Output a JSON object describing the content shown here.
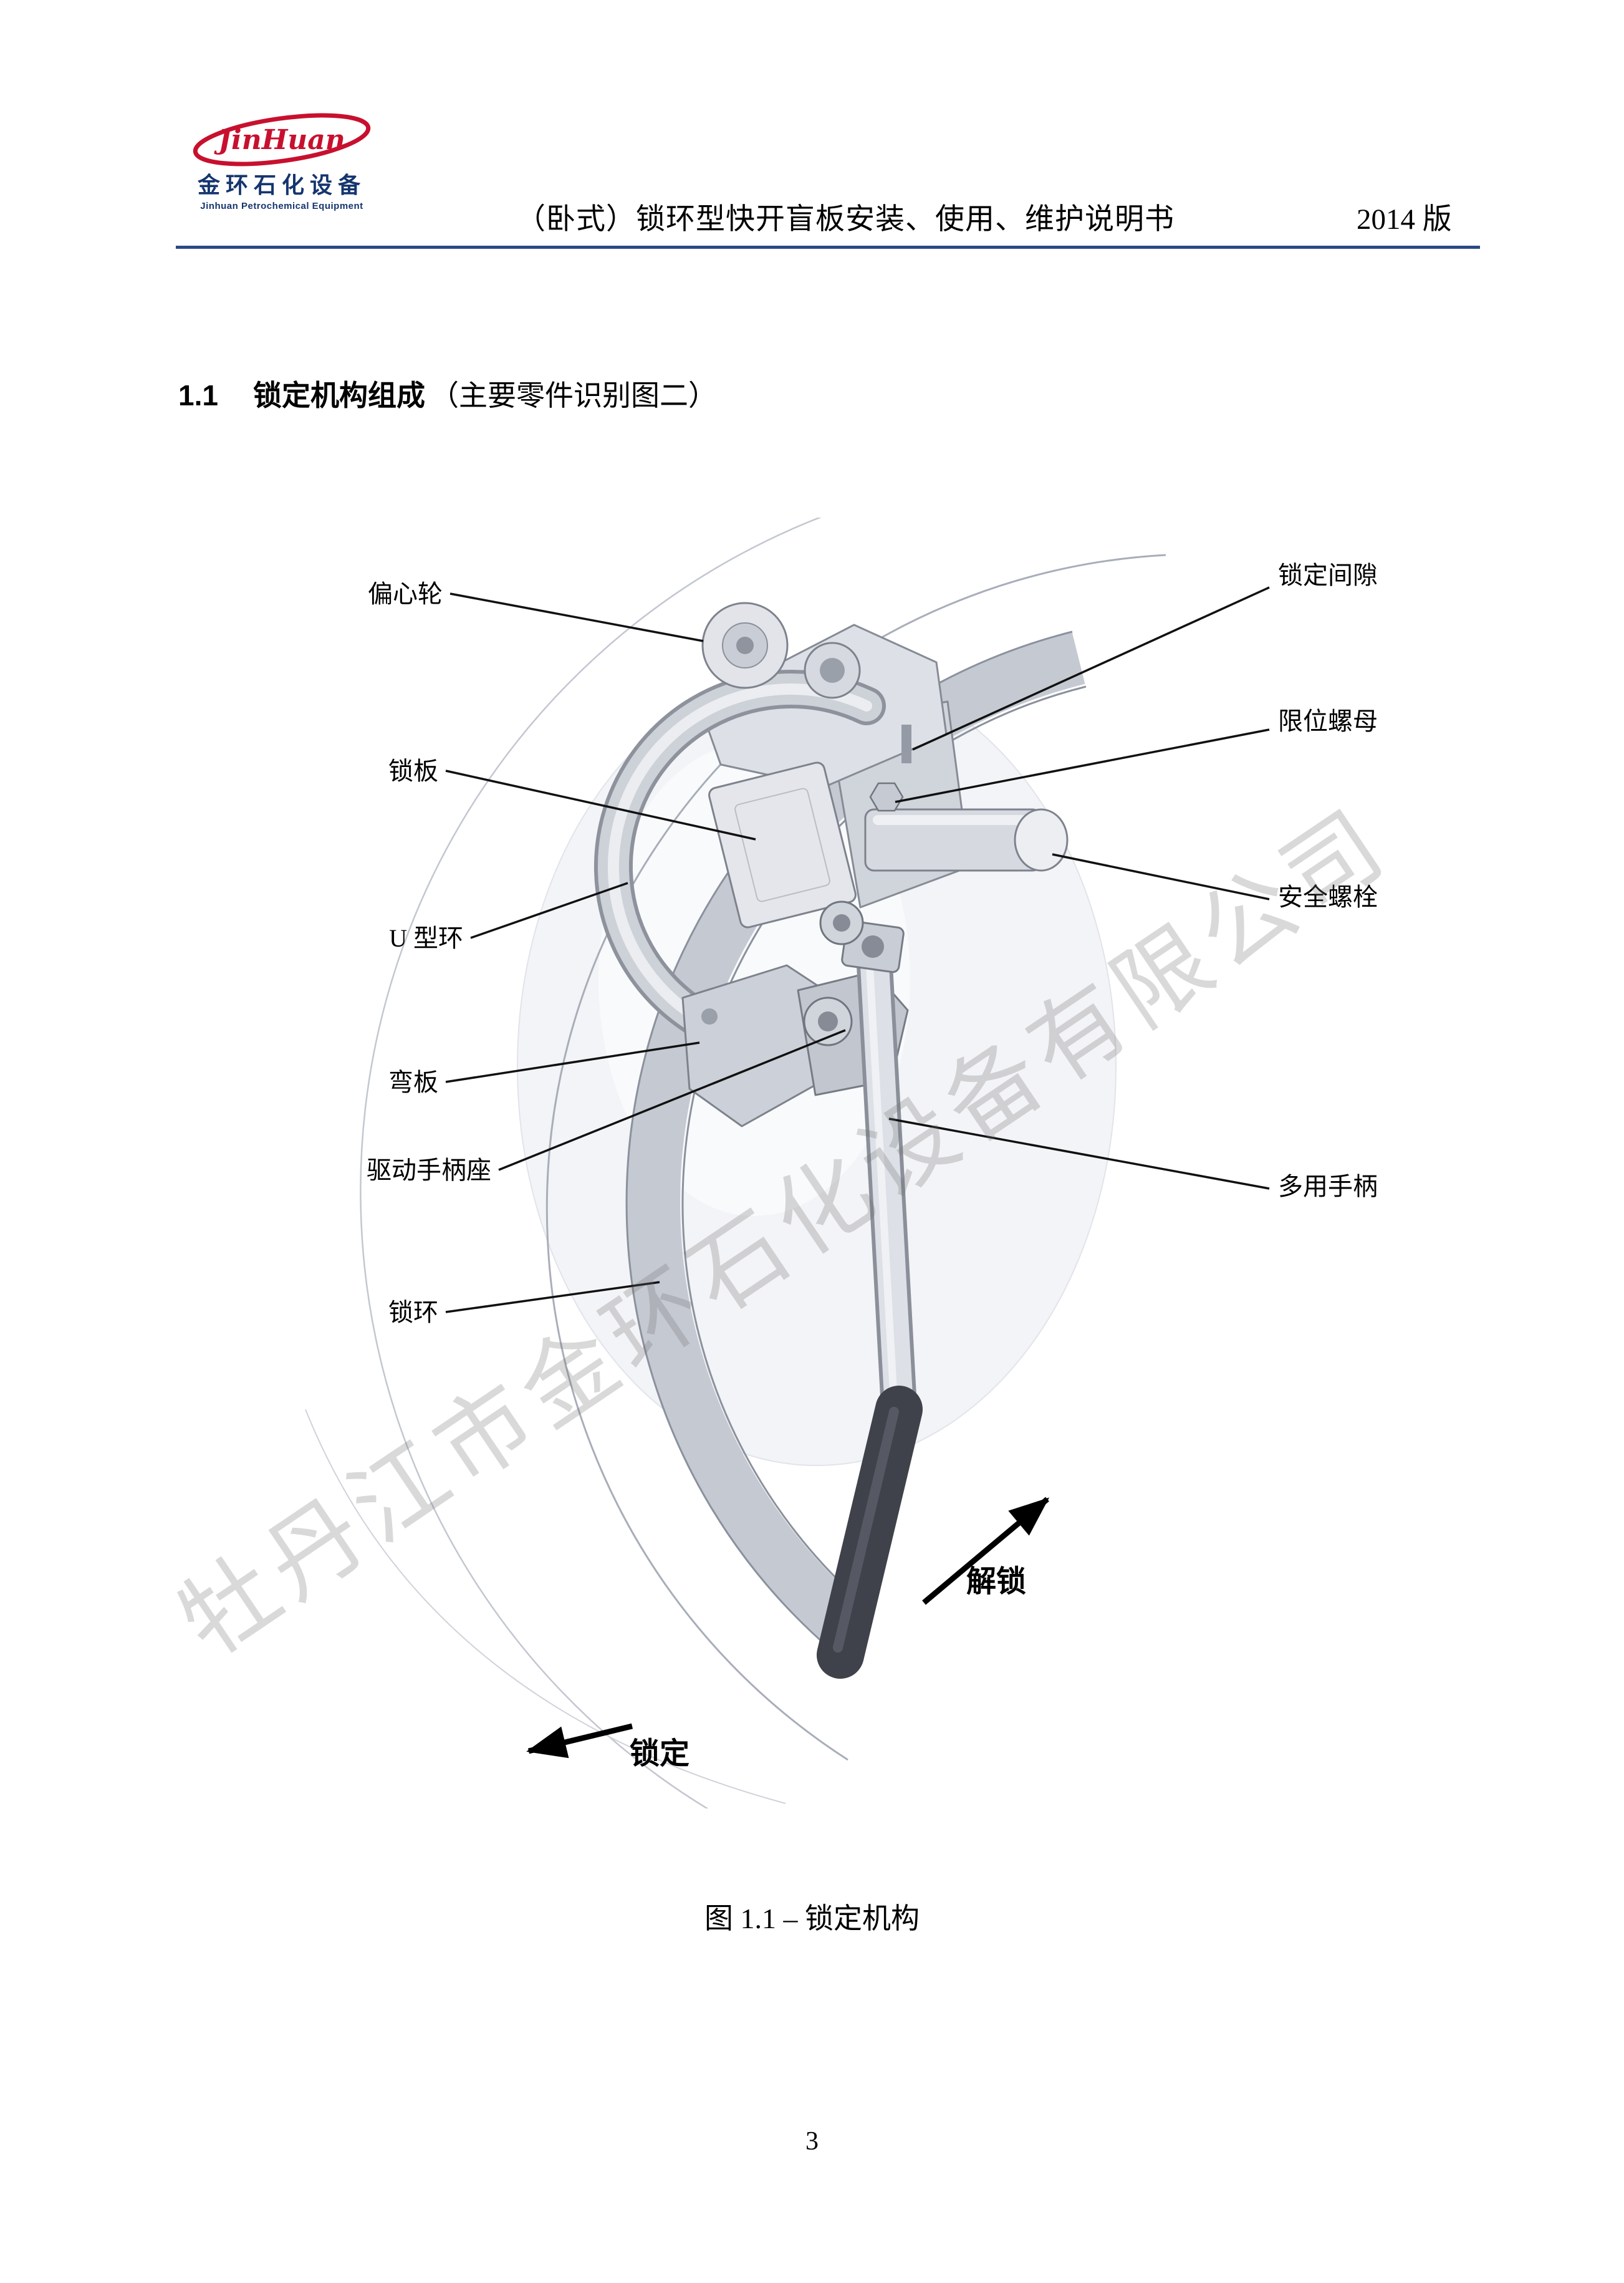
{
  "header": {
    "logo": {
      "script": "JinHuan",
      "brand_cn": "金环石化设备",
      "brand_en": "Jinhuan Petrochemical Equipment",
      "accent_color": "#c8102e",
      "brand_color": "#15356e"
    },
    "doc_title": "（卧式）锁环型快开盲板安装、使用、维护说明书",
    "edition": "2014 版"
  },
  "section": {
    "number": "1.1",
    "title": "锁定机构组成",
    "note": "（主要零件识别图二）"
  },
  "figure": {
    "watermark": "牡丹江市金环石化设备有限公司",
    "left_labels": [
      "偏心轮",
      "锁板",
      "U 型环",
      "弯板",
      "驱动手柄座",
      "锁环"
    ],
    "right_labels": [
      "锁定间隙",
      "限位螺母",
      "安全螺栓",
      "多用手柄"
    ],
    "actions": {
      "unlock": "解锁",
      "lock": "锁定"
    },
    "caption": "图 1.1 – 锁定机构"
  },
  "footer": {
    "page_number": "3"
  }
}
